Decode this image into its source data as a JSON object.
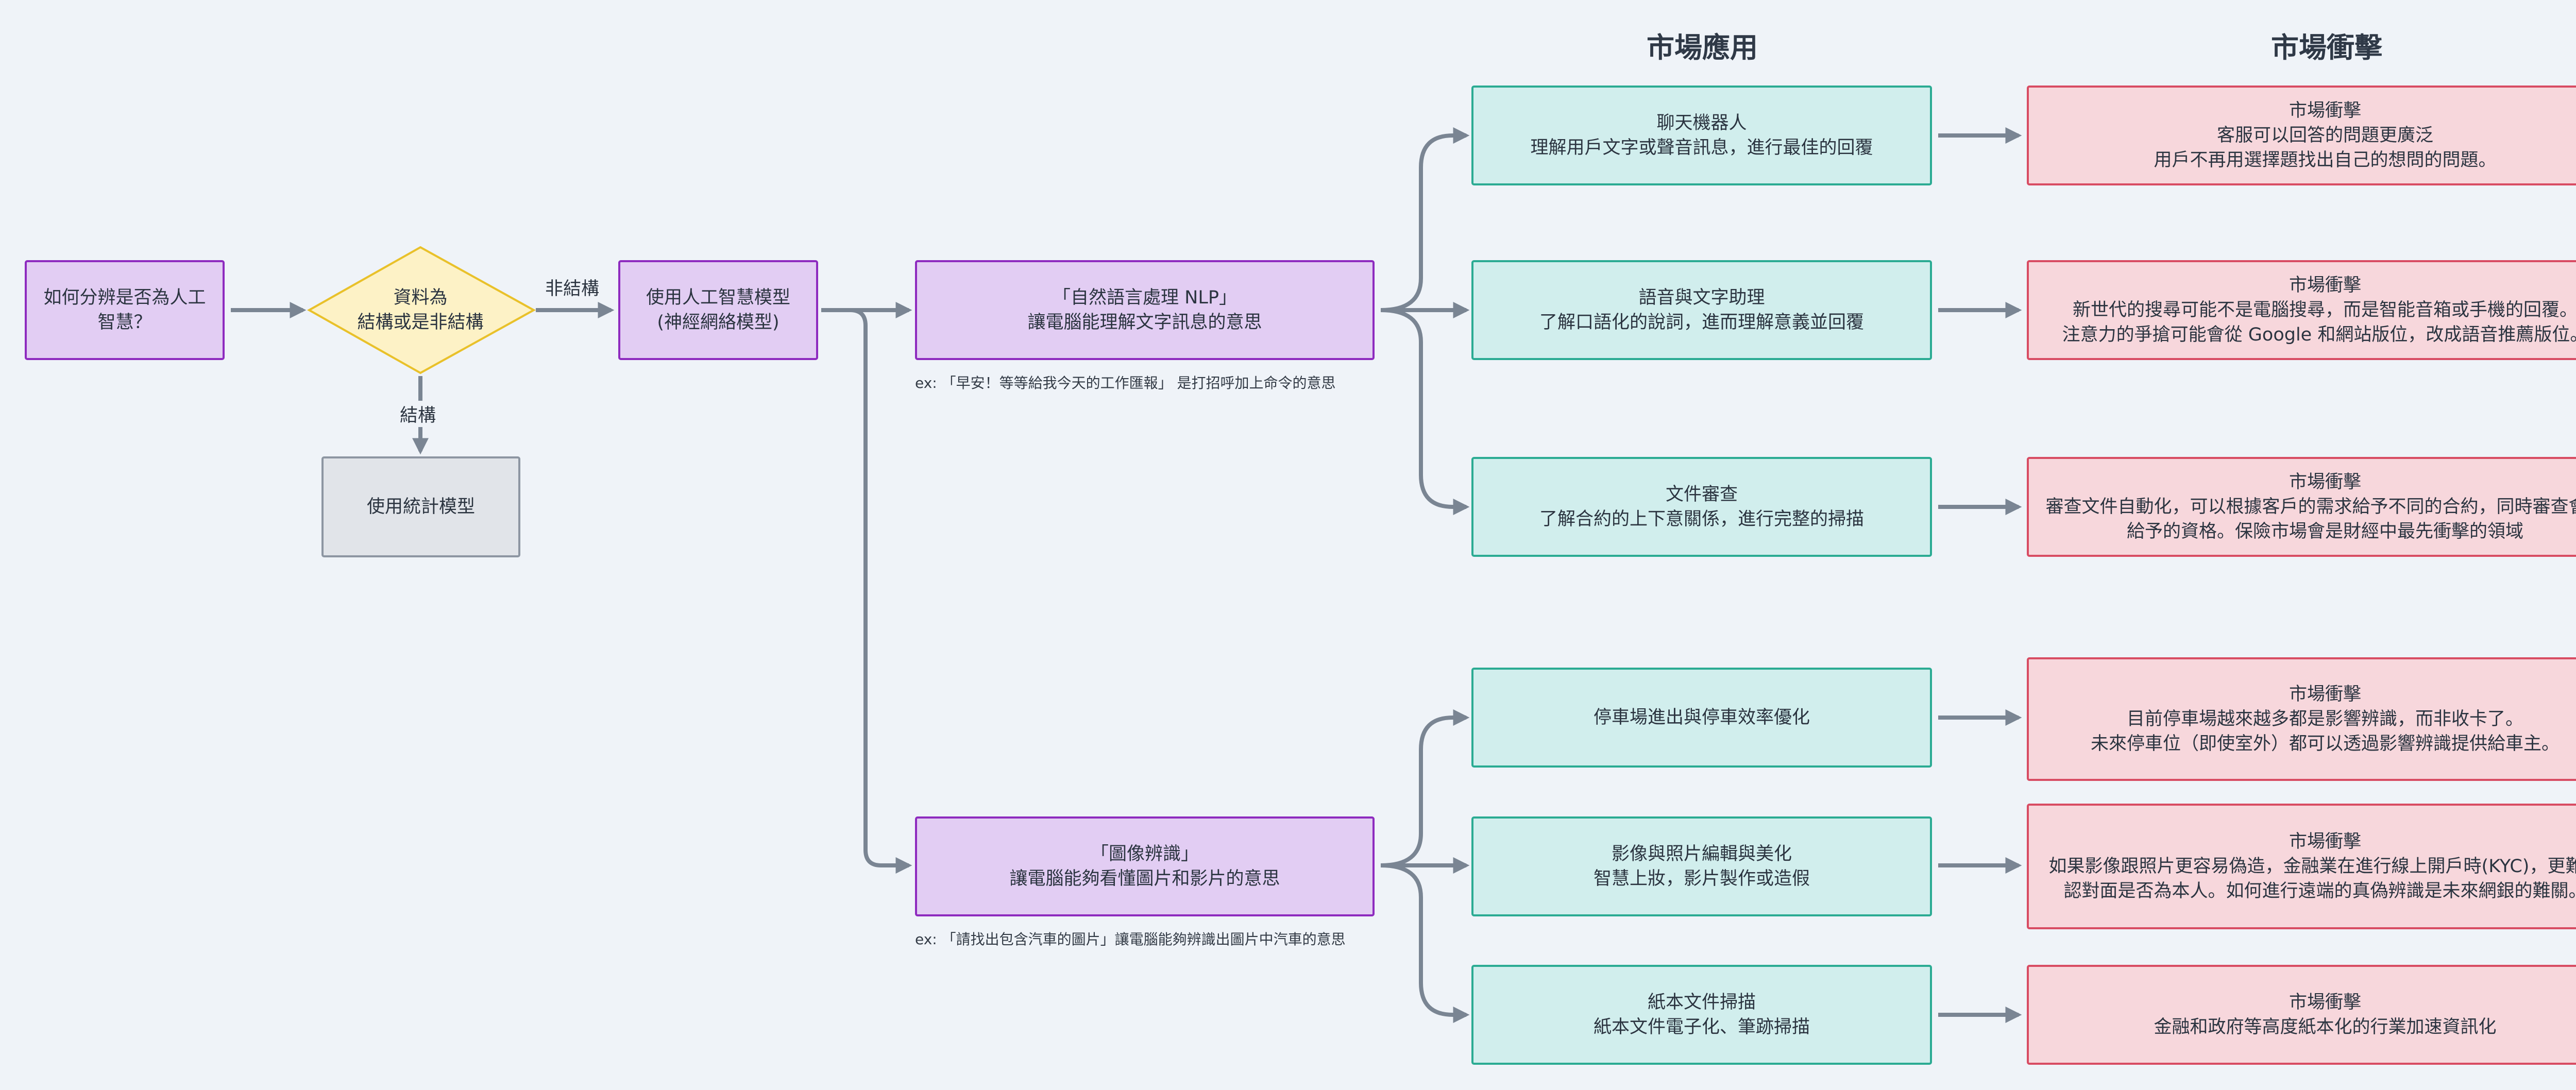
{
  "columns": {
    "apps": "市場應用",
    "impact": "市場衝擊"
  },
  "start": {
    "text": "如何分辨是否為人工智慧？"
  },
  "decision": {
    "line1": "資料為",
    "line2": "結構或是非結構"
  },
  "edge_labels": {
    "unstructured": "非結構",
    "structured": "結構"
  },
  "stat_model": {
    "text": "使用統計模型"
  },
  "ai_model": {
    "line1": "使用人工智慧模型",
    "line2": "(神經網絡模型)"
  },
  "nlp": {
    "line1": "「自然語言處理 NLP」",
    "line2": "讓電腦能理解文字訊息的意思",
    "note": "ex: 「早安！等等給我今天的工作匯報」 是打招呼加上命令的意思"
  },
  "vision": {
    "line1": "「圖像辨識」",
    "line2": "讓電腦能夠看懂圖片和影片的意思",
    "note": "ex: 「請找出包含汽車的圖片」讓電腦能夠辨識出圖片中汽車的意思"
  },
  "apps": [
    {
      "title": "聊天機器人",
      "desc": "理解用戶文字或聲音訊息，進行最佳的回覆"
    },
    {
      "title": "語音與文字助理",
      "desc": "了解口語化的說詞，進而理解意義並回覆"
    },
    {
      "title": "文件審查",
      "desc": "了解合約的上下意關係，進行完整的掃描"
    },
    {
      "title": "停車場進出與停車效率優化",
      "desc": ""
    },
    {
      "title": "影像與照片編輯與美化",
      "desc": "智慧上妝，影片製作或造假"
    },
    {
      "title": "紙本文件掃描",
      "desc": "紙本文件電子化、筆跡掃描"
    }
  ],
  "impacts": [
    {
      "title": "市場衝擊",
      "lines": [
        "客服可以回答的問題更廣泛",
        "用戶不再用選擇題找出自己的想問的問題。"
      ]
    },
    {
      "title": "市場衝擊",
      "lines": [
        "新世代的搜尋可能不是電腦搜尋，而是智能音箱或手機的回覆。",
        "注意力的爭搶可能會從 Google 和網站版位，改成語音推薦版位。"
      ]
    },
    {
      "title": "市場衝擊",
      "lines": [
        "審查文件自動化，可以根據客戶的需求給予不同的合約，同時審查會員給予的資格。保險市場會是財經中最先衝擊的領域"
      ]
    },
    {
      "title": "市場衝擊",
      "lines": [
        "目前停車場越來越多都是影響辨識，而非收卡了。",
        "未來停車位（即使室外）都可以透過影響辨識提供給車主。"
      ]
    },
    {
      "title": "市場衝擊",
      "lines": [
        "如果影像跟照片更容易偽造，金融業在進行線上開戶時(KYC)，更難確認對面是否為本人。如何進行遠端的真偽辨識是未來網銀的難關。"
      ]
    },
    {
      "title": "市場衝擊",
      "lines": [
        "金融和政府等高度紙本化的行業加速資訊化"
      ]
    }
  ],
  "colors": {
    "background": "#eff3f8",
    "edge": "#7a8593",
    "purple_fill": "#e2cdf3",
    "purple_border": "#8e2bbf",
    "teal_fill": "#d1eeed",
    "teal_border": "#2bab93",
    "pink_fill": "#f7d7dc",
    "pink_border": "#d84c63",
    "diamond_fill": "#fdf2c6",
    "diamond_border": "#e9c12a",
    "gray_fill": "#e1e4e9",
    "gray_border": "#8d96a2"
  }
}
